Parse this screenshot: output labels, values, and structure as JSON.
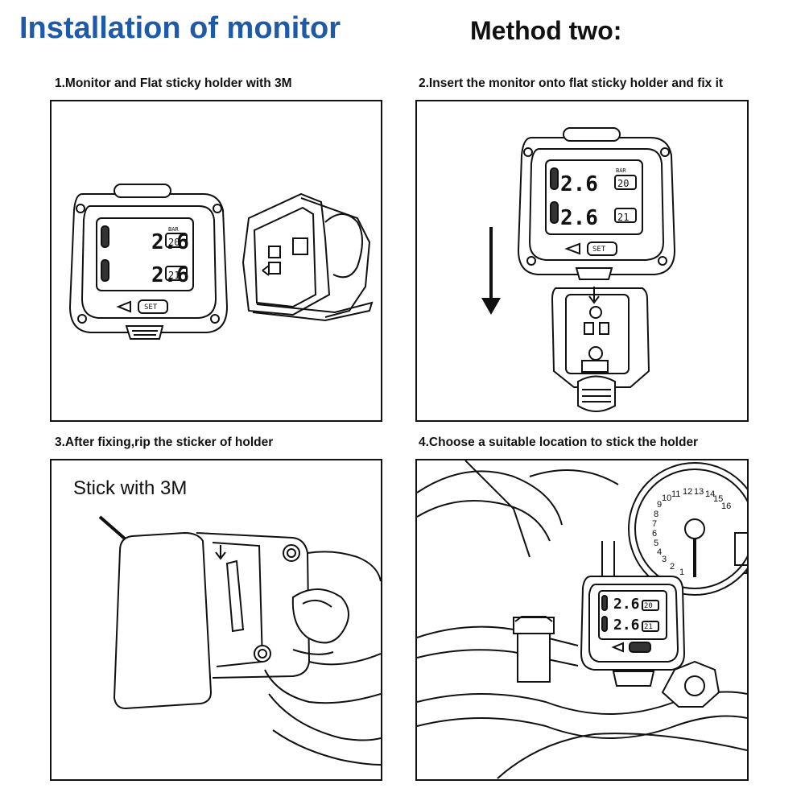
{
  "header": {
    "title": "Installation of monitor",
    "method": "Method two:"
  },
  "steps": [
    {
      "caption": "1.Monitor and Flat sticky holder with 3M"
    },
    {
      "caption": "2.Insert the monitor onto flat sticky holder and fix it"
    },
    {
      "caption": "3.After fixing,rip the sticker of holder",
      "note": "Stick with 3M"
    },
    {
      "caption": "4.Choose a suitable location to stick the holder"
    }
  ],
  "monitor": {
    "unit": "BAR",
    "button": "SET",
    "readings": [
      {
        "pressure": "2.6",
        "temp": "20"
      },
      {
        "pressure": "2.6",
        "temp": "21"
      }
    ]
  },
  "speedometer": {
    "ticks": [
      "1",
      "2",
      "3",
      "4",
      "5",
      "6",
      "7",
      "8",
      "9",
      "10",
      "11",
      "12",
      "13",
      "14",
      "15",
      "16"
    ]
  },
  "colors": {
    "title": "#1f5aa8",
    "ink": "#111111",
    "border": "#111111"
  },
  "icons": [
    "down-arrow-icon",
    "diagonal-arrow-icon"
  ]
}
